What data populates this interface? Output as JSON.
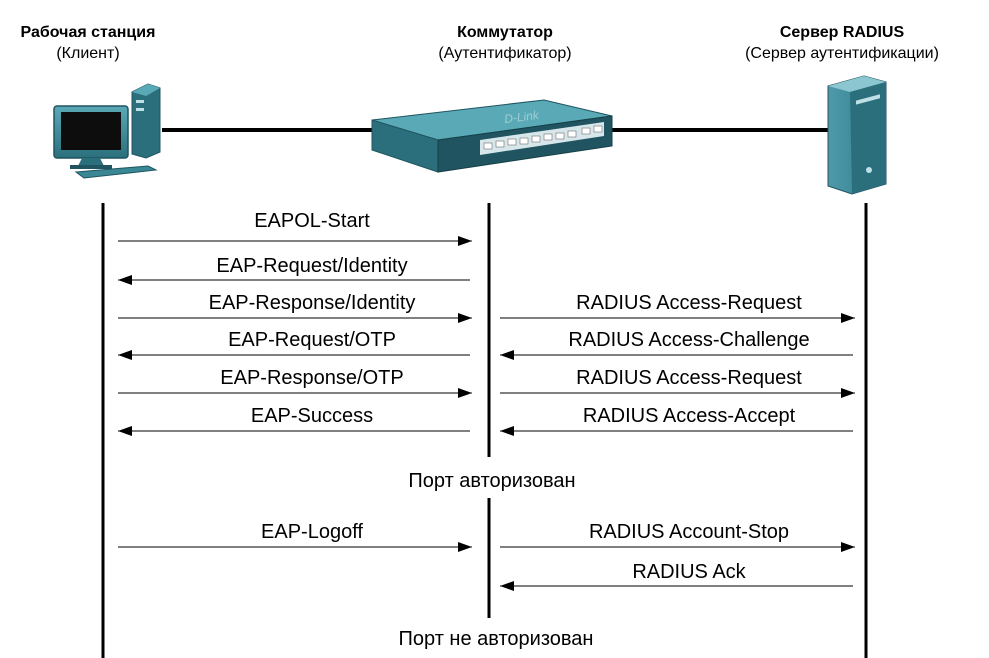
{
  "entities": {
    "client": {
      "title": "Рабочая станция",
      "role": "(Клиент)",
      "icon": "workstation-icon"
    },
    "switch": {
      "title": "Коммутатор",
      "role": "(Аутентификатор)",
      "icon": "switch-icon",
      "brand": "D-Link"
    },
    "server": {
      "title": "Сервер RADIUS",
      "role": "(Сервер аутентификации)",
      "icon": "server-icon"
    }
  },
  "messages": {
    "eapol_start": "EAPOL-Start",
    "eap_request_identity": "EAP-Request/Identity",
    "eap_response_identity": "EAP-Response/Identity",
    "eap_request_otp": "EAP-Request/OTP",
    "eap_response_otp": "EAP-Response/OTP",
    "eap_success": "EAP-Success",
    "radius_access_request_1": "RADIUS Access-Request",
    "radius_access_challenge": "RADIUS Access-Challenge",
    "radius_access_request_2": "RADIUS Access-Request",
    "radius_access_accept": "RADIUS Access-Accept",
    "eap_logoff": "EAP-Logoff",
    "radius_account_stop": "RADIUS Account-Stop",
    "radius_ack": "RADIUS Ack"
  },
  "status": {
    "authorized": "Порт авторизован",
    "unauthorized": "Порт не авторизован"
  },
  "colors": {
    "device_teal": "#3a8796",
    "device_dark": "#1f5460",
    "line": "#000000"
  }
}
